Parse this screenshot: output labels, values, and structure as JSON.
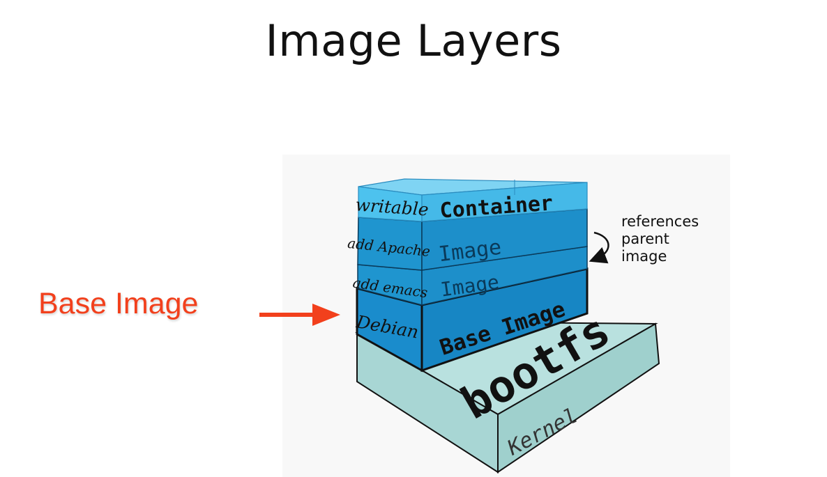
{
  "title": "Image Layers",
  "callout": {
    "label": "Base Image"
  },
  "layers": {
    "container": {
      "left": "writable",
      "right": "Container"
    },
    "apache": {
      "left": "add Apache",
      "right": "Image"
    },
    "emacs": {
      "left": "add emacs",
      "right": "Image"
    },
    "base": {
      "left": "Debian",
      "right": "Base Image"
    },
    "bootfs": {
      "label": "bootfs"
    },
    "kernel": {
      "label": "Kernel"
    }
  },
  "annotation": {
    "lines": [
      "references",
      "parent",
      "image"
    ]
  },
  "colors": {
    "title": "#111111",
    "callout": "#f2401c",
    "container": "#4dc2ee",
    "image_layer": "#1f95cf",
    "base_layer": "#1786c4",
    "bootfs": "#a9d8d6",
    "outline": "#111111"
  }
}
